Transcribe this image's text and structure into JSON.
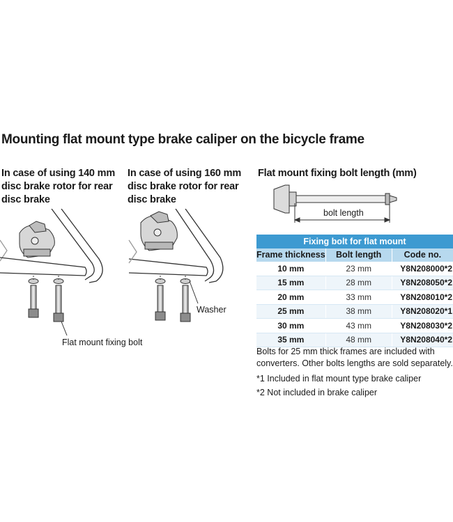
{
  "title": "Mounting flat mount type brake caliper on the bicycle frame",
  "columns": {
    "rotor_140": "In case of using 140 mm disc brake rotor for rear disc brake",
    "rotor_160": "In case of using 160 mm disc brake rotor for rear disc brake",
    "bolt_length": "Flat mount fixing bolt length (mm)"
  },
  "labels": {
    "bolt_length": "bolt length",
    "washer": "Washer",
    "fixing_bolt": "Flat mount fixing bolt"
  },
  "table": {
    "caption": "Fixing bolt for flat mount",
    "headers": [
      "Frame thickness",
      "Bolt length",
      "Code no."
    ],
    "rows": [
      [
        "10 mm",
        "23 mm",
        "Y8N208000*2"
      ],
      [
        "15 mm",
        "28 mm",
        "Y8N208050*2"
      ],
      [
        "20 mm",
        "33 mm",
        "Y8N208010*2"
      ],
      [
        "25 mm",
        "38 mm",
        "Y8N208020*1"
      ],
      [
        "30 mm",
        "43 mm",
        "Y8N208030*2"
      ],
      [
        "35 mm",
        "48 mm",
        "Y8N208040*2"
      ]
    ]
  },
  "notes": {
    "main": "Bolts for 25 mm thick frames are included with converters. Other bolts lengths are sold separately.",
    "note1": "*1 Included in flat mount type brake caliper",
    "note2": "*2 Not included in brake caliper"
  },
  "colors": {
    "table_header": "#3d9ad1",
    "table_subheader": "#b7d9ee"
  }
}
